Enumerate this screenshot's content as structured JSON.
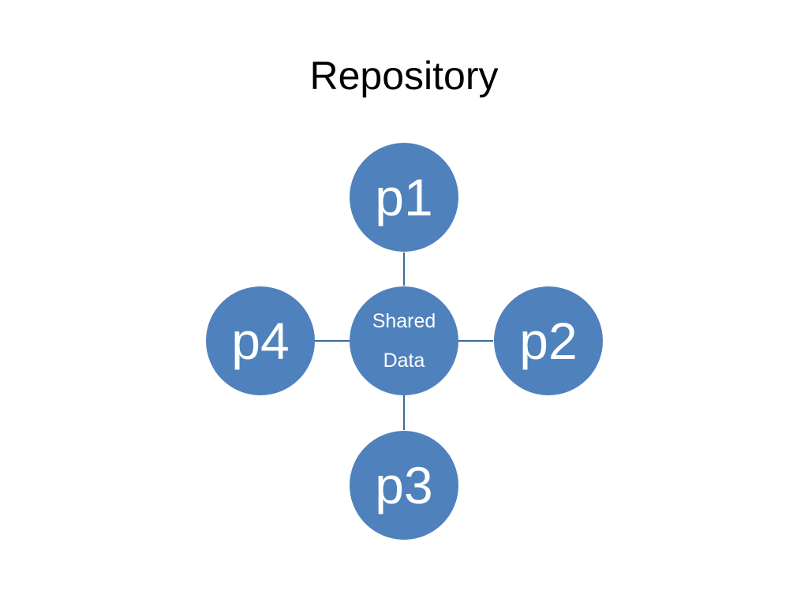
{
  "slide": {
    "title": "Repository"
  },
  "diagram": {
    "center_node": {
      "lines": [
        "Shared",
        "Data"
      ]
    },
    "outer_nodes": [
      {
        "label": "p1",
        "position": "top"
      },
      {
        "label": "p2",
        "position": "right"
      },
      {
        "label": "p3",
        "position": "bottom"
      },
      {
        "label": "p4",
        "position": "left"
      }
    ],
    "colors": {
      "node_fill": "#4f81bd",
      "node_text": "#ffffff",
      "connector": "#3f6a97"
    }
  }
}
